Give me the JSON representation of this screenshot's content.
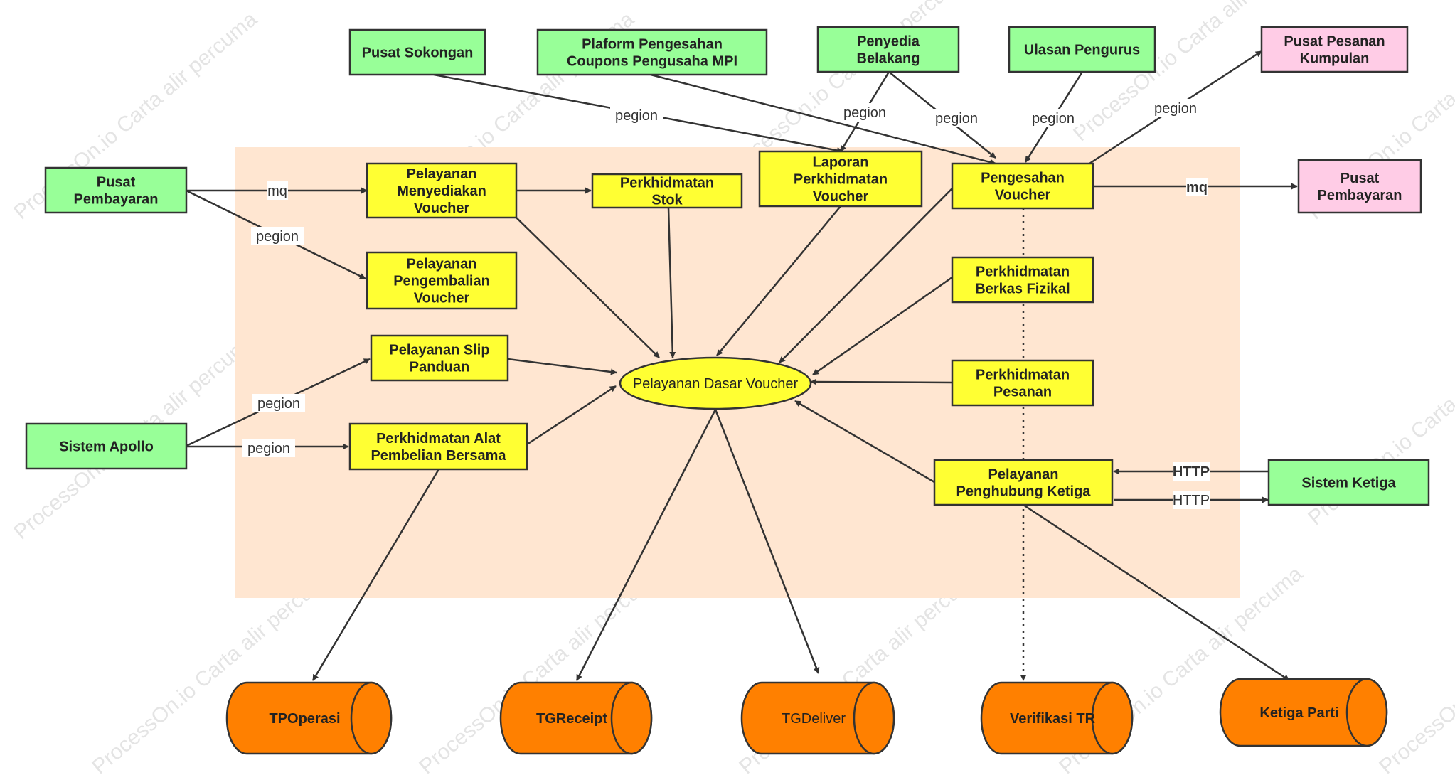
{
  "watermark_text": "ProcessOn.io Carta alir percuma",
  "colors": {
    "external": "#98ff98",
    "service": "#ffff33",
    "core": "#ffff33",
    "pink": "#ffcce6",
    "db": "#ff8000",
    "region": "#ffe6d1",
    "line": "#333333"
  },
  "nodes": {
    "pusat_sokongan": [
      "Pusat Sokongan"
    ],
    "plaform_pengesahan": [
      "Plaform Pengesahan",
      "Coupons Pengusaha MPI"
    ],
    "penyedia_belakang": [
      "Penyedia",
      "Belakang"
    ],
    "ulasan_pengurus": [
      "Ulasan Pengurus"
    ],
    "pusat_pesanan_kumpulan": [
      "Pusat Pesanan",
      "Kumpulan"
    ],
    "pusat_pembayaran_left": [
      "Pusat",
      "Pembayaran"
    ],
    "pusat_pembayaran_right": [
      "Pusat",
      "Pembayaran"
    ],
    "pelayanan_menyediakan": [
      "Pelayanan",
      "Menyediakan",
      "Voucher"
    ],
    "perkhidmatan_stok": [
      "Perkhidmatan",
      "Stok"
    ],
    "laporan_perkhidmatan": [
      "Laporan",
      "Perkhidmatan",
      "Voucher"
    ],
    "pengesahan_voucher": [
      "Pengesahan",
      "Voucher"
    ],
    "pelayanan_pengembalian": [
      "Pelayanan",
      "Pengembalian",
      "Voucher"
    ],
    "perkhidmatan_berkas": [
      "Perkhidmatan",
      "Berkas Fizikal"
    ],
    "pelayanan_slip": [
      "Pelayanan Slip",
      "Panduan"
    ],
    "pelayanan_dasar": [
      "Pelayanan Dasar Voucher"
    ],
    "perkhidmatan_pesanan": [
      "Perkhidmatan",
      "Pesanan"
    ],
    "sistem_apollo": [
      "Sistem Apollo"
    ],
    "perkhidmatan_alat": [
      "Perkhidmatan Alat",
      "Pembelian Bersama"
    ],
    "pelayanan_penghubung": [
      "Pelayanan",
      "Penghubung Ketiga"
    ],
    "sistem_ketiga": [
      "Sistem Ketiga"
    ],
    "db_tpoperasi": [
      "TPOperasi"
    ],
    "db_tgreceipt": [
      "TGReceipt"
    ],
    "db_tgdeliver": [
      "TGDeliver"
    ],
    "db_verifikasi": [
      "Verifikasi TR"
    ],
    "db_ketiga": [
      "Ketiga Parti"
    ]
  },
  "edge_labels": {
    "mq_left": "mq",
    "pegion_pembayaran": "pegion",
    "pegion_sokongan": "pegion",
    "pegion_penyedia_laporan": "pegion",
    "pegion_penyedia_pengesahan": "pegion",
    "pegion_ulasan": "pegion",
    "pegion_kumpulan": "pegion",
    "mq_right": "mq",
    "pegion_apollo_slip": "pegion",
    "pegion_apollo_alat": "pegion",
    "http_in": "HTTP",
    "http_out": "HTTP"
  }
}
